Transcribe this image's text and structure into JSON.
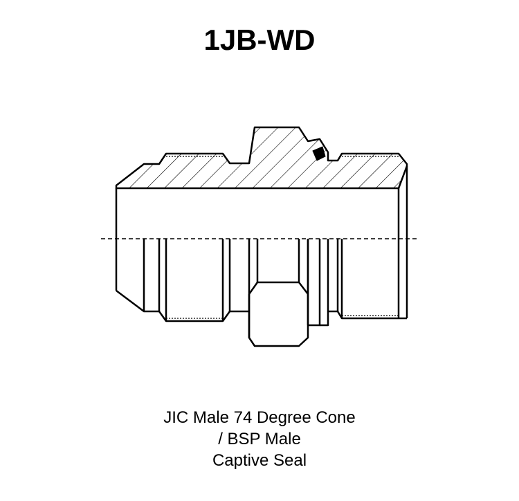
{
  "title": "1JB-WD",
  "description_lines": [
    "JIC Male 74 Degree Cone",
    "/ BSP Male",
    "Captive Seal"
  ],
  "colors": {
    "line": "#000000",
    "background": "#ffffff"
  }
}
